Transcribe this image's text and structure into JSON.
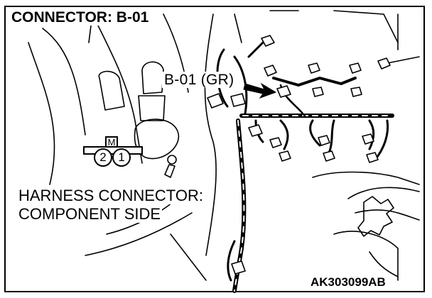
{
  "title": "CONNECTOR: B-01",
  "connector_label": "B-01 (GR)",
  "harness_label_line1": "HARNESS CONNECTOR:",
  "harness_label_line2": "COMPONENT SIDE",
  "figure_code": "AK303099AB",
  "pins": [
    "2",
    "1"
  ],
  "connector_key": "M"
}
